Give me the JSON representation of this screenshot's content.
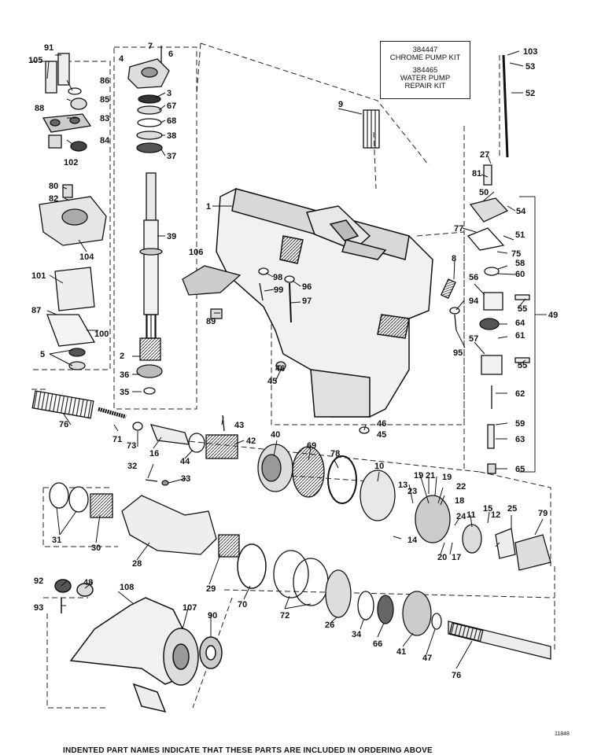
{
  "kit_box": {
    "line1": "384447",
    "line2": "CHROME PUMP KIT",
    "line3": "384465",
    "line4": "WATER PUMP",
    "line5": "REPAIR KIT"
  },
  "drawing_code": "11848",
  "footer_note": "INDENTED PART NAMES INDICATE THAT THESE PARTS ARE INCLUDED IN ORDERING ABOVE",
  "callouts": {
    "c1": "1",
    "c2": "2",
    "c3": "3",
    "c4": "4",
    "c5": "5",
    "c6": "6",
    "c7": "7",
    "c8": "8",
    "c9": "9",
    "c10": "10",
    "c11": "11",
    "c12": "12",
    "c13": "13",
    "c14": "14",
    "c15": "15",
    "c16": "16",
    "c17": "17",
    "c18": "18",
    "c19a": "19",
    "c19b": "19",
    "c20": "20",
    "c21": "21",
    "c22": "22",
    "c23": "23",
    "c24": "24",
    "c25": "25",
    "c26": "26",
    "c27": "27",
    "c28": "28",
    "c29": "29",
    "c30": "30",
    "c31": "31",
    "c32": "32",
    "c33": "33",
    "c34": "34",
    "c35": "35",
    "c36": "36",
    "c37": "37",
    "c38": "38",
    "c39": "39",
    "c40": "40",
    "c41": "41",
    "c42": "42",
    "c43": "43",
    "c44": "44",
    "c45a": "45",
    "c45b": "45",
    "c46a": "46",
    "c46b": "46",
    "c47": "47",
    "c48": "48",
    "c49": "49",
    "c50": "50",
    "c51": "51",
    "c52": "52",
    "c53": "53",
    "c54": "54",
    "c55a": "55",
    "c55b": "55",
    "c56": "56",
    "c57": "57",
    "c58": "58",
    "c59": "59",
    "c60": "60",
    "c61": "61",
    "c62": "62",
    "c63": "63",
    "c64": "64",
    "c65": "65",
    "c66": "66",
    "c67": "67",
    "c68": "68",
    "c69": "69",
    "c70": "70",
    "c71": "71",
    "c72": "72",
    "c73": "73",
    "c75": "75",
    "c76a": "76",
    "c76b": "76",
    "c77": "77",
    "c78": "78",
    "c79": "79",
    "c80": "80",
    "c81": "81",
    "c82": "82",
    "c83": "83",
    "c84": "84",
    "c85": "85",
    "c86": "86",
    "c87": "87",
    "c88": "88",
    "c89": "89",
    "c90": "90",
    "c91": "91",
    "c92": "92",
    "c93": "93",
    "c94": "94",
    "c95": "95",
    "c96": "96",
    "c97": "97",
    "c98": "98",
    "c99": "99",
    "c100": "100",
    "c101": "101",
    "c102": "102",
    "c103": "103",
    "c104": "104",
    "c105": "105",
    "c106": "106",
    "c107": "107",
    "c108": "108"
  }
}
